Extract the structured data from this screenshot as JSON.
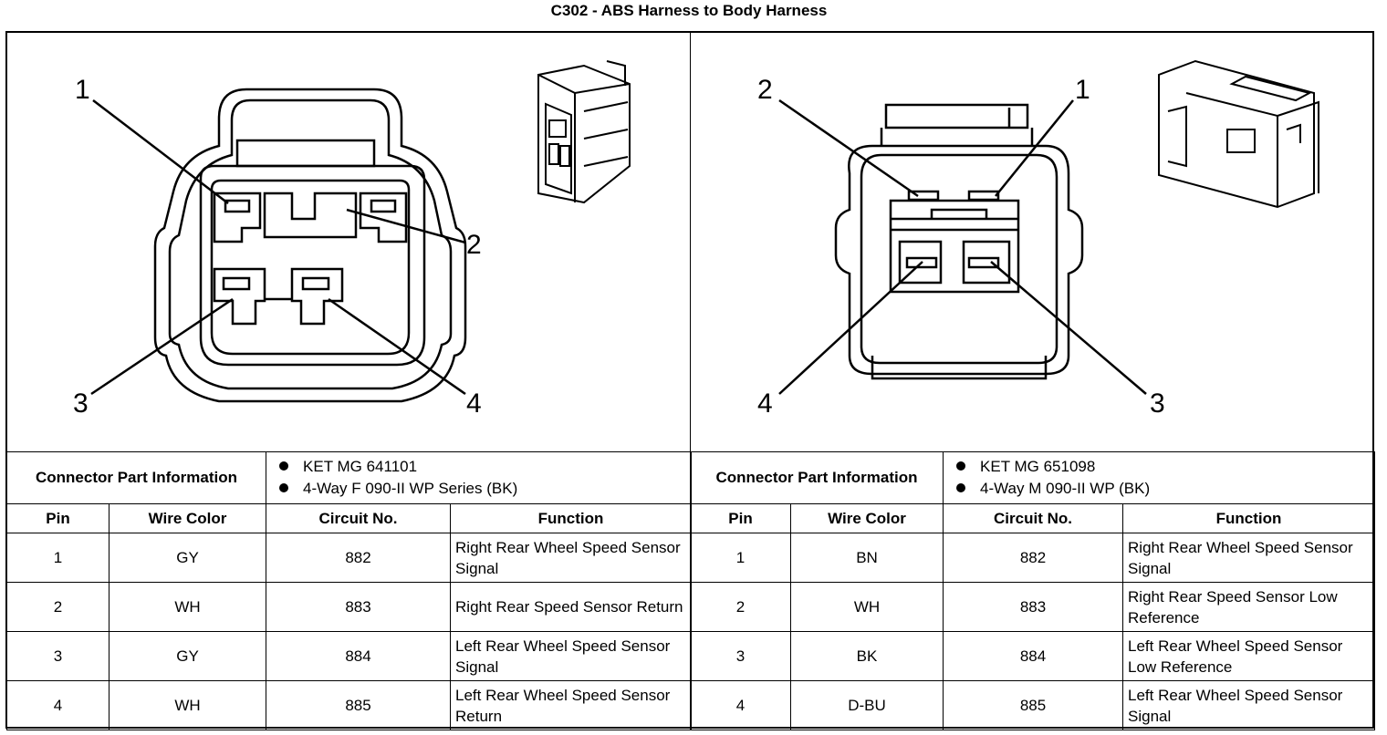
{
  "title": "C302 - ABS Harness to Body Harness",
  "left": {
    "callouts": [
      "1",
      "2",
      "3",
      "4"
    ],
    "part_label": "Connector Part Information",
    "part_info": [
      "KET MG 641101",
      "4-Way F 090-II WP Series (BK)"
    ],
    "headers": {
      "pin": "Pin",
      "wire": "Wire Color",
      "circuit": "Circuit No.",
      "function": "Function"
    },
    "rows": [
      {
        "pin": "1",
        "wire": "GY",
        "circuit": "882",
        "function": "Right Rear Wheel Speed Sensor Signal"
      },
      {
        "pin": "2",
        "wire": "WH",
        "circuit": "883",
        "function": "Right Rear Speed Sensor Return"
      },
      {
        "pin": "3",
        "wire": "GY",
        "circuit": "884",
        "function": "Left Rear Wheel Speed Sensor Signal"
      },
      {
        "pin": "4",
        "wire": "WH",
        "circuit": "885",
        "function": "Left Rear Wheel Speed Sensor Return"
      }
    ]
  },
  "right": {
    "callouts": [
      "2",
      "1",
      "4",
      "3"
    ],
    "part_label": "Connector Part Information",
    "part_info": [
      "KET MG 651098",
      "4-Way M 090-II WP (BK)"
    ],
    "headers": {
      "pin": "Pin",
      "wire": "Wire Color",
      "circuit": "Circuit No.",
      "function": "Function"
    },
    "rows": [
      {
        "pin": "1",
        "wire": "BN",
        "circuit": "882",
        "function": "Right Rear Wheel Speed Sensor Signal"
      },
      {
        "pin": "2",
        "wire": "WH",
        "circuit": "883",
        "function": "Right Rear Speed Sensor Low Reference"
      },
      {
        "pin": "3",
        "wire": "BK",
        "circuit": "884",
        "function": "Left Rear Wheel Speed Sensor Low Reference"
      },
      {
        "pin": "4",
        "wire": "D-BU",
        "circuit": "885",
        "function": "Left Rear Wheel Speed Sensor Signal"
      }
    ]
  }
}
